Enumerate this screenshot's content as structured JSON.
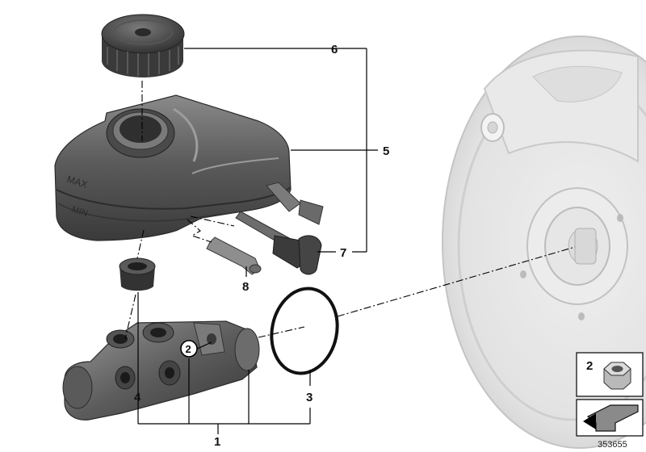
{
  "callouts": {
    "c1": "1",
    "c2": "2",
    "c3": "3",
    "c4": "4",
    "c5": "5",
    "c6": "6",
    "c7": "7",
    "c8": "8"
  },
  "legend": {
    "nut_number": "2"
  },
  "reference_number": "353655",
  "colors": {
    "part_dark": "#3d3d3d",
    "part_mid": "#6f6f6f",
    "part_light": "#a8a8a8",
    "booster": "#e4e4e4",
    "booster_edge": "#c9c9c9",
    "line": "#000000"
  }
}
